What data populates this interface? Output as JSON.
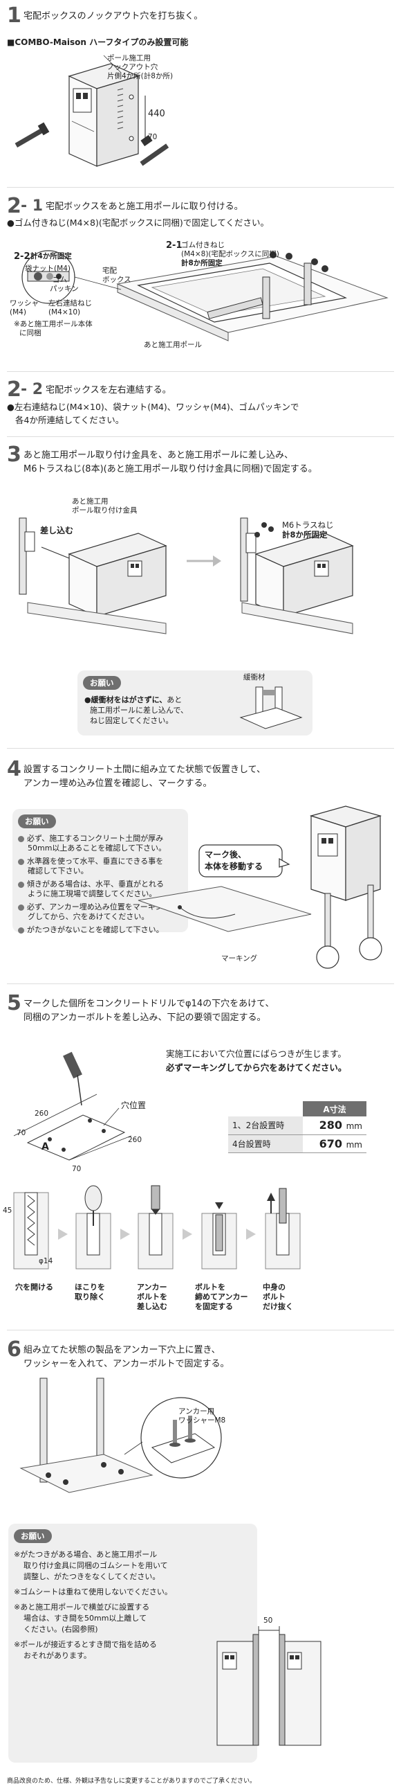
{
  "step1": {
    "num": "1",
    "title": "宅配ボックスのノックアウト穴を打ち抜く。",
    "subtitle": "■COMBO-Maison ハーフタイプのみ設置可能",
    "label_pole": "ポール施工用",
    "label_knockout": "ノックアウト穴",
    "label_count": "片側4か所(計8か所)",
    "dim_440": "440",
    "dim_70": "70"
  },
  "step2_1": {
    "num": "2",
    "sub": "- 1",
    "title": "宅配ボックスをあと施工用ポールに取り付ける。",
    "text": "●ゴム付きねじ(M4×8)(宅配ボックスに同梱)で固定してください。",
    "callout_num": "2-1",
    "callout_a": "ゴム付きねじ",
    "callout_b": "(M4×8)(宅配ボックスに同梱)",
    "callout_c": "計8か所固定",
    "label_box_a": "宅配",
    "label_box_b": "ボックス",
    "detail_num": "2-2",
    "detail_count": "計4か所固定",
    "nut": "袋ナット(M4)",
    "rubber_a": "ゴム",
    "rubber_b": "パッキン",
    "washer_a": "ワッシャ",
    "washer_b": "(M4)",
    "screw_a": "左右連結ねじ",
    "screw_b": "(M4×10)",
    "note_a": "※あと施工用ポール本体",
    "note_b": "に同梱",
    "pole_label": "あと施工用ポール"
  },
  "step2_2": {
    "num": "2",
    "sub": "- 2",
    "title": "宅配ボックスを左右連結する。",
    "text_a": "●左右連結ねじ(M4×10)、袋ナット(M4)、ワッシャ(M4)、ゴムパッキンで",
    "text_b": "各4か所連結してください。"
  },
  "step3": {
    "num": "3",
    "title_a": "あと施工用ポール取り付け金具を、あと施工用ポールに差し込み、",
    "title_b": "M6トラスねじ(8本)(あと施工用ポール取り付け金具に同梱)で固定する。",
    "bracket_a": "あと施工用",
    "bracket_b": "ポール取り付け金具",
    "insert": "差し込む",
    "truss": "M6トラスねじ",
    "truss_count": "計8か所固定",
    "note_tag": "お願い",
    "cushion": "緩衝材",
    "note_bold": "●緩衝材をはがさずに、",
    "note_rest": "あと",
    "note_b": "施工用ポールに差し込んで、",
    "note_c": "ねじ固定してください。"
  },
  "step4": {
    "num": "4",
    "title_a": "設置するコンクリート土間に組み立てた状態で仮置きして、",
    "title_b": "アンカー埋め込み位置を確認し、マークする。",
    "note_tag": "お願い",
    "notes": [
      "必ず、施工するコンクリート土間が厚み|50mm以上あることを確認して下さい。",
      "水準器を使って水平、垂直にできる事を|確認して下さい。",
      "傾きがある場合は、水平、垂直がとれる|ように施工現場で調整してください。",
      "必ず、アンカー埋め込み位置をマーキン|グしてから、穴をあけてください。",
      "がたつきがないことを確認して下さい。"
    ],
    "callout_a": "マーク後、",
    "callout_b": "本体を移動する",
    "marking": "マーキング"
  },
  "step5": {
    "num": "5",
    "title_a": "マークした個所をコンクリートドリルでφ14の下穴をあけて、",
    "title_b": "同梱のアンカーボルトを差し込み、下記の要領で固定する。",
    "warn_a": "実施工において穴位置にばらつきが生じます。",
    "warn_b": "必ずマーキングしてから穴をあけてください。",
    "hole_pos": "穴位置",
    "dim_260": "260",
    "dim_260b": "260",
    "dim_70": "70",
    "dim_70b": "70",
    "dim_A": "A",
    "table_head": "A寸法",
    "rows": [
      {
        "label": "1、2台設置時",
        "value": "280",
        "unit": "mm"
      },
      {
        "label": "4台設置時",
        "value": "670",
        "unit": "mm"
      }
    ],
    "dim_45": "45",
    "dim_phi14": "φ14",
    "proc": [
      "穴を開ける",
      "ほこりを|取り除く",
      "アンカー|ボルトを|差し込む",
      "ボルトを|締めてアンカー|を固定する",
      "中身の|ボルト|だけ抜く"
    ]
  },
  "step6": {
    "num": "6",
    "title_a": "組み立てた状態の製品をアンカー下穴上に置き、",
    "title_b": "ワッシャーを入れて、アンカーボルトで固定する。",
    "washer_a": "アンカー用",
    "washer_b": "ワッシャーM8",
    "note_tag": "お願い",
    "notes": [
      "※がたつきがある場合、あと施工用ポール|取り付け金具に同梱のゴムシートを用いて|調整し、がたつきをなくしてください。",
      "※ゴムシートは重ねて使用しないでください。",
      "※あと施工用ポールで横並びに設置する|場合は、すき間を50mm以上離して|ください。(右図参照)",
      "※ポールが接近するとすき間で指を詰める|おそれがあります。"
    ],
    "dim_50": "50"
  },
  "footer": "商品改良のため、仕様、外観は予告なしに変更することがありますのでご了承ください。"
}
